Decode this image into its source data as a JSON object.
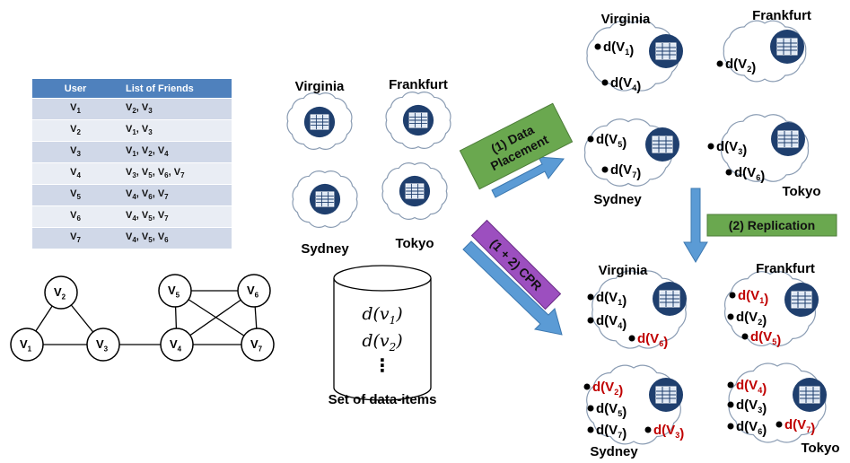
{
  "table": {
    "headers": [
      "User",
      "List of Friends"
    ],
    "rows": [
      [
        "V1",
        "V2, V3"
      ],
      [
        "V2",
        "V1, V3"
      ],
      [
        "V3",
        "V1, V2, V4"
      ],
      [
        "V4",
        "V3, V5, V6, V7"
      ],
      [
        "V5",
        "V4, V6, V7"
      ],
      [
        "V6",
        "V4, V5, V7"
      ],
      [
        "V7",
        "V4, V5, V6"
      ]
    ]
  },
  "graph": {
    "nodes": [
      "V1",
      "V2",
      "V3",
      "V4",
      "V5",
      "V6",
      "V7"
    ],
    "edges": [
      [
        "V1",
        "V2"
      ],
      [
        "V1",
        "V3"
      ],
      [
        "V2",
        "V3"
      ],
      [
        "V3",
        "V4"
      ],
      [
        "V4",
        "V5"
      ],
      [
        "V4",
        "V6"
      ],
      [
        "V4",
        "V7"
      ],
      [
        "V5",
        "V6"
      ],
      [
        "V5",
        "V7"
      ],
      [
        "V6",
        "V7"
      ]
    ]
  },
  "datacenters": {
    "virginia": "Virginia",
    "frankfurt": "Frankfurt",
    "sydney": "Sydney",
    "tokyo": "Tokyo"
  },
  "datastore": {
    "items": [
      "d(v1)",
      "d(v2)",
      "⋮"
    ],
    "caption": "Set of data-items"
  },
  "arrows": {
    "placement": "(1) Data Placement",
    "replication": "(2) Replication",
    "cpr": "(1 + 2) CPR"
  },
  "placement": {
    "virginia": [
      "d(V1)",
      "d(V4)"
    ],
    "frankfurt": [
      "d(V2)"
    ],
    "sydney": [
      "d(V5)",
      "d(V7)"
    ],
    "tokyo": [
      "d(V3)",
      "d(V6)"
    ]
  },
  "replication": {
    "virginia": {
      "primary": [
        "d(V1)",
        "d(V4)"
      ],
      "replicas": [
        "d(V6)"
      ]
    },
    "frankfurt": {
      "primary": [
        "d(V2)"
      ],
      "replicas": [
        "d(V1)",
        "d(V5)"
      ]
    },
    "sydney": {
      "primary": [
        "d(V5)",
        "d(V7)"
      ],
      "replicas": [
        "d(V2)",
        "d(V3)"
      ]
    },
    "tokyo": {
      "primary": [
        "d(V3)",
        "d(V6)"
      ],
      "replicas": [
        "d(V4)",
        "d(V7)"
      ]
    }
  },
  "colors": {
    "table_header": "#4f81bd",
    "row_dark": "#d0d8e8",
    "row_light": "#e9edf4",
    "server": "#1f3f6e",
    "arrow": "#5b9bd5",
    "placement_label": "#6aa84f",
    "cpr_label": "#9c4fbf",
    "replica_text": "#c00000"
  }
}
